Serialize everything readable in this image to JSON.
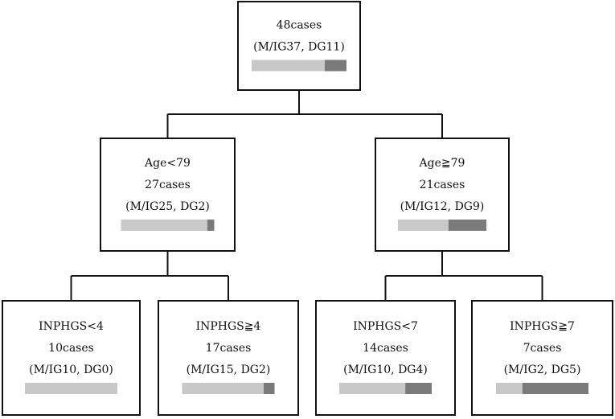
{
  "colors": {
    "mi": "#c8c8c8",
    "dg": "#7a7a7a",
    "border": "#111111"
  },
  "nodes": [
    {
      "id": "root",
      "lines": [
        "48cases",
        "(M/IG37, DG11)"
      ],
      "mi": 37,
      "dg": 11
    },
    {
      "id": "age-lt-79",
      "lines": [
        "Age<79",
        "27cases",
        "(M/IG25, DG2)"
      ],
      "mi": 25,
      "dg": 2
    },
    {
      "id": "age-ge-79",
      "lines": [
        "Age≧79",
        "21cases",
        "(M/IG12, DG9)"
      ],
      "mi": 12,
      "dg": 9
    },
    {
      "id": "inphgs-lt-4",
      "lines": [
        "INPHGS<4",
        "10cases",
        "(M/IG10, DG0)"
      ],
      "mi": 10,
      "dg": 0
    },
    {
      "id": "inphgs-ge-4",
      "lines": [
        "INPHGS≧4",
        "17cases",
        "(M/IG15, DG2)"
      ],
      "mi": 15,
      "dg": 2
    },
    {
      "id": "inphgs-lt-7",
      "lines": [
        "INPHGS<7",
        "14cases",
        "(M/IG10, DG4)"
      ],
      "mi": 10,
      "dg": 4
    },
    {
      "id": "inphgs-ge-7",
      "lines": [
        "INPHGS≧7",
        "7cases",
        "(M/IG2, DG5)"
      ],
      "mi": 2,
      "dg": 5
    }
  ],
  "edges": [
    [
      "root",
      "age-lt-79"
    ],
    [
      "root",
      "age-ge-79"
    ],
    [
      "age-lt-79",
      "inphgs-lt-4"
    ],
    [
      "age-lt-79",
      "inphgs-ge-4"
    ],
    [
      "age-ge-79",
      "inphgs-lt-7"
    ],
    [
      "age-ge-79",
      "inphgs-ge-7"
    ]
  ]
}
